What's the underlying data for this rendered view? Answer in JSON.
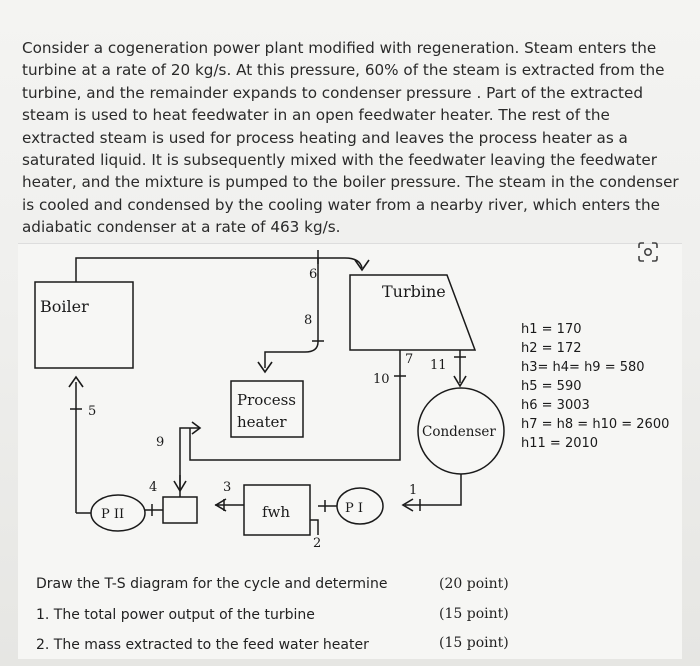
{
  "problem": {
    "paragraph": "Consider a cogeneration power plant modified with regeneration. Steam enters the turbine at a rate of 20 kg/s. At this pressure, 60% of the steam is extracted from the turbine, and the remainder expands to condenser pressure . Part of the extracted steam is used to heat feedwater in an open feedwater heater. The rest of the extracted steam is used for process heating and leaves the process heater as a saturated liquid. It is subsequently mixed with the feedwater leaving the feedwater heater, and the mixture is pumped to the boiler pressure. The steam in the condenser is cooled and condensed by the cooling water from a nearby river, which enters the adiabatic condenser at a rate of 463 kg/s."
  },
  "diagram": {
    "components": {
      "boiler": "Boiler",
      "turbine": "Turbine",
      "process_heater_line1": "Process",
      "process_heater_line2": "heater",
      "condenser": "Condenser",
      "fwh": "fwh",
      "pump1": "P I",
      "pump2": "P II"
    },
    "state_labels": {
      "s1": "1",
      "s2": "2",
      "s3": "3",
      "s4": "4",
      "s5": "5",
      "s6": "6",
      "s7": "7",
      "s8": "8",
      "s9": "9",
      "s10": "10",
      "s11": "11"
    }
  },
  "enthalpies": [
    "h1 = 170",
    "h2 = 172",
    "h3= h4= h9 = 580",
    "h5 = 590",
    "h6 = 3003",
    "h7 = h8 = h10 = 2600",
    "h11 = 2010"
  ],
  "questions": {
    "intro": "Draw the T-S diagram for the cycle and determine",
    "intro_points": "(20 point)",
    "q1": "1. The total power output of the turbine",
    "q1_points": "(15 point)",
    "q2": "2. The mass extracted to the feed water heater",
    "q2_points": "(15 point)"
  },
  "icons": {
    "scan": "scan-icon"
  }
}
